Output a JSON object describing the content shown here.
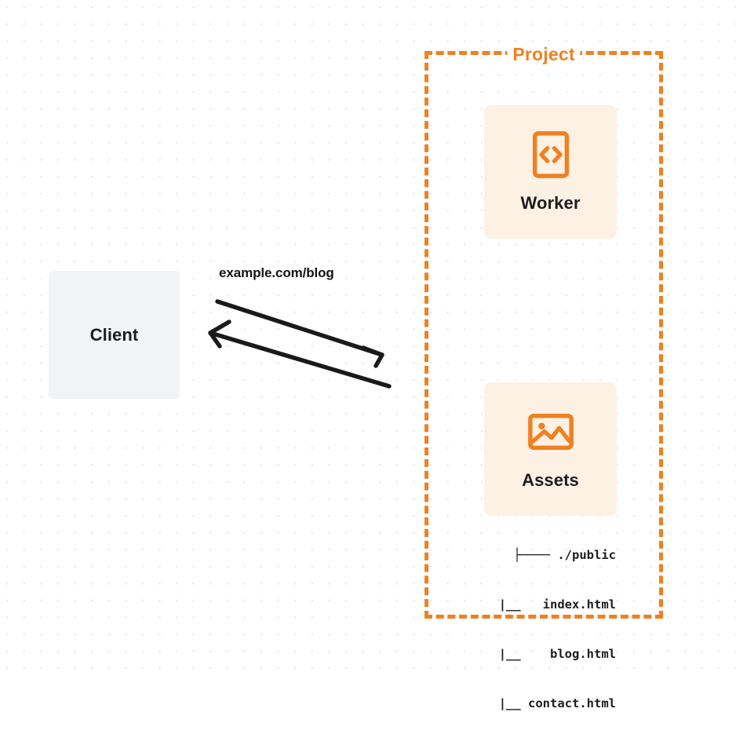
{
  "diagram": {
    "title": "Project request flow diagram",
    "colors": {
      "accent_orange": "#F08020",
      "card_background": "#FDF1E4",
      "client_background": "#F2F3F4",
      "text_dark": "#1D1D1F",
      "grid_dot": "#E9E9EA",
      "connector_stroke": "#1A1A1A"
    }
  },
  "client": {
    "label": "Client"
  },
  "connector": {
    "label": "example.com/blog",
    "request_direction": "client-to-project",
    "response_direction": "project-to-client"
  },
  "project": {
    "title": "Project",
    "nodes": [
      {
        "id": "worker",
        "label": "Worker",
        "icon": "code-file-icon"
      },
      {
        "id": "assets",
        "label": "Assets",
        "icon": "image-icon"
      }
    ],
    "file_tree": [
      "├──── ./public",
      "     |__   index.html",
      "     |__    blog.html",
      "     |__ contact.html"
    ]
  }
}
